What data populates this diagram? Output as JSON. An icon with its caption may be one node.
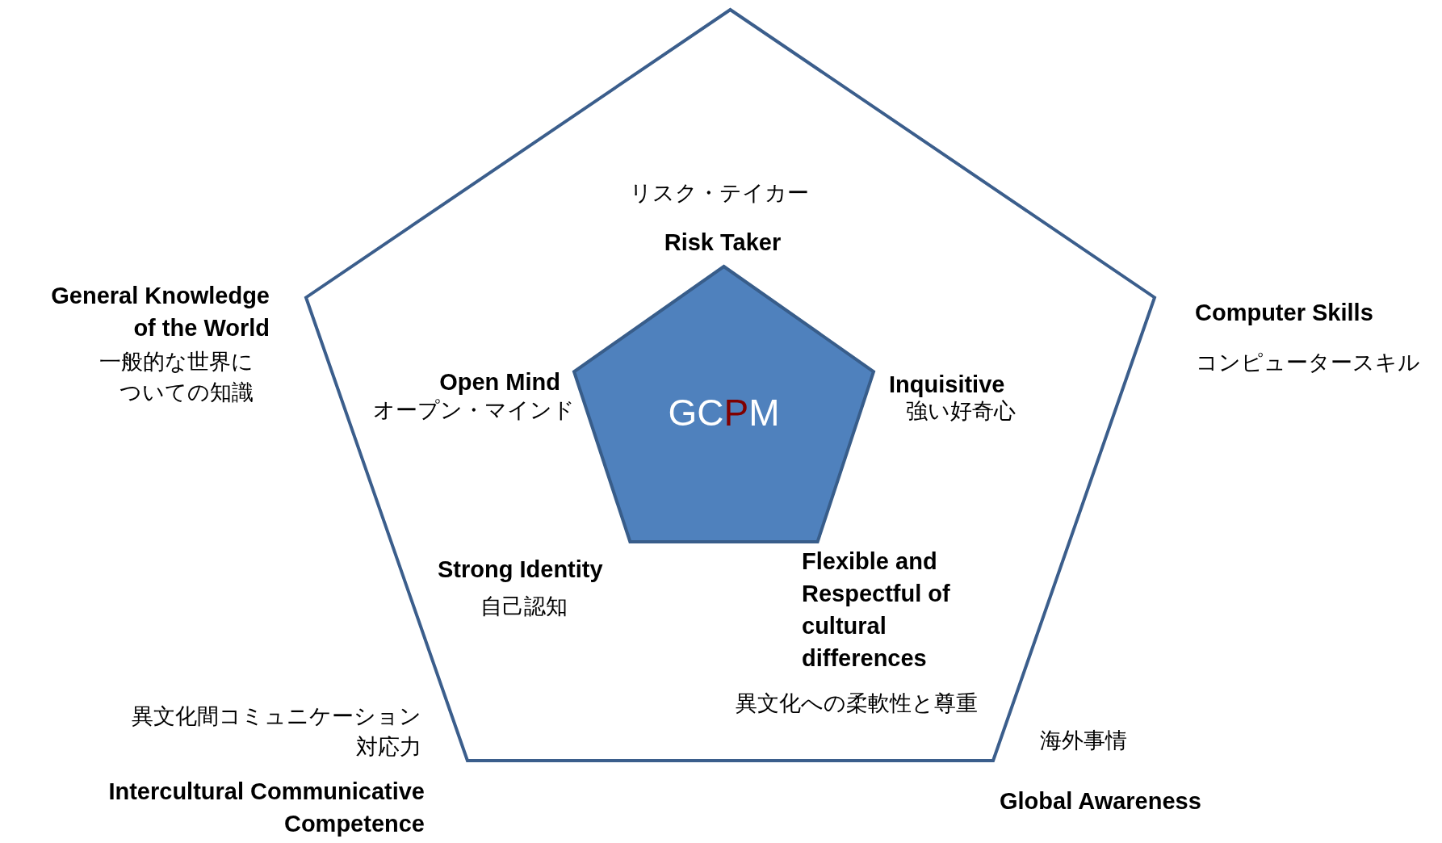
{
  "diagram": {
    "nodes": [
      {
        "text": [],
        "shape": "pentagon"
      },
      {
        "text": [
          "GC**P**M"
        ],
        "in": 0
      }
    ],
    "labels": [
      "リスク・テイカー",
      "Risk Taker",
      "General Knowledge of the World",
      "Computer Skills",
      "一般的な世界についての知識",
      "コンピュータースキル",
      "Open Mind",
      "Inquisitive",
      "オープン・マインド",
      "強い好奇心",
      "Strong Identity",
      "Flexible and Respectful of cultural differences",
      "自己認知",
      "異文化への柔軟性と尊重",
      "異文化間コミュニケーション対応力",
      "海外事情",
      "Intercultural Communicative Competence",
      "Global Awareness"
    ]
  }
}
